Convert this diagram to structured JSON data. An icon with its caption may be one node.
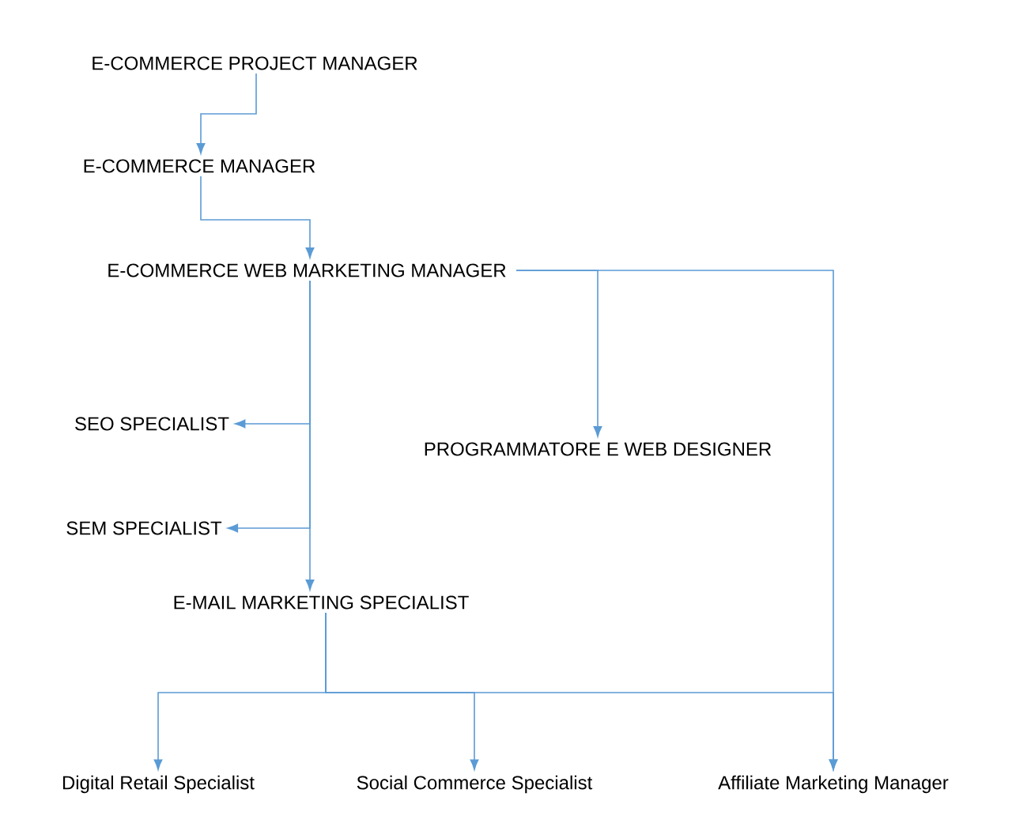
{
  "diagram": {
    "nodes": [
      {
        "text": [
          "E-COMMERCE PROJECT MANAGER"
        ]
      },
      {
        "text": [
          "E-COMMERCE MANAGER"
        ]
      },
      {
        "text": [
          "E-COMMERCE WEB MARKETING MANAGER"
        ]
      },
      {
        "text": [
          "SEO SPECIALIST"
        ]
      },
      {
        "text": [
          "SEM SPECIALIST"
        ]
      },
      {
        "text": [
          "E-MAIL MARKETING SPECIALIST"
        ]
      },
      {
        "text": [
          "PROGRAMMATORE E WEB DESIGNER"
        ]
      },
      {
        "text": [
          "Digital Retail Specialist"
        ]
      },
      {
        "text": [
          "Social Commerce Specialist"
        ]
      },
      {
        "text": [
          "Affiliate Marketing Manager"
        ]
      }
    ],
    "edges": [
      {
        "from": 0,
        "to": 1,
        "arrow": "to"
      },
      {
        "from": 1,
        "to": 2,
        "arrow": "to"
      },
      {
        "from": 2,
        "to": 3,
        "arrow": "to"
      },
      {
        "from": 2,
        "to": 4,
        "arrow": "to"
      },
      {
        "from": 2,
        "to": 5,
        "arrow": "to"
      },
      {
        "from": 2,
        "to": 6,
        "arrow": "to"
      },
      {
        "from": 2,
        "to": 9,
        "arrow": "to"
      },
      {
        "from": 5,
        "to": 7,
        "arrow": "to"
      },
      {
        "from": 5,
        "to": 8,
        "arrow": "to"
      },
      {
        "from": 5,
        "to": 9,
        "arrow": "to"
      }
    ]
  }
}
